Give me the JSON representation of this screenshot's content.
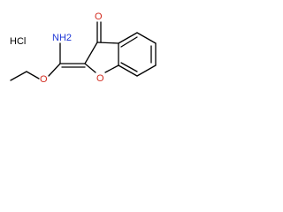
{
  "molecule": {
    "salt_label": "HCl",
    "amine_label": "NH2",
    "carbonyl_oxygen_label": "O",
    "ether_oxygen_label": "O",
    "ring_oxygen_label": "O",
    "colors": {
      "bond": "#000000",
      "oxygen": "#d22b1f",
      "nitrogen": "#1f38d6"
    }
  }
}
